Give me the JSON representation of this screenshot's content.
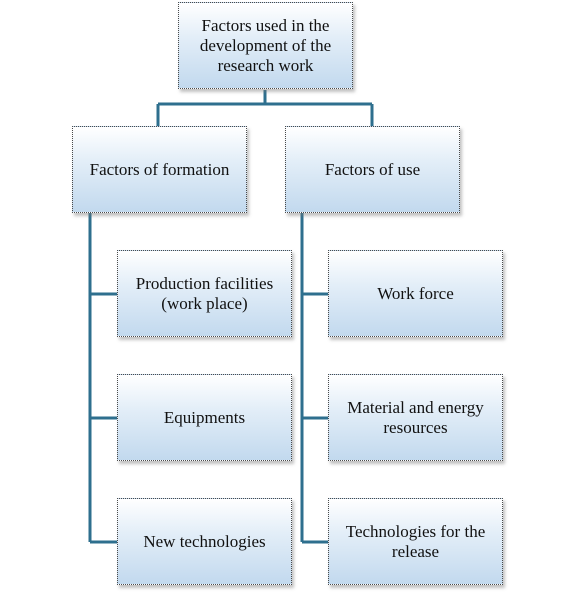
{
  "root": {
    "label": "Factors used in the\ndevelopment of the\nresearch work"
  },
  "branches": [
    {
      "label": "Factors of formation",
      "children": [
        "Production facilities\n(work place)",
        "Equipments",
        "New technologies"
      ]
    },
    {
      "label": "Factors of use",
      "children": [
        "Work force",
        "Material and energy\nresources",
        "Technologies for the\nrelease"
      ]
    }
  ],
  "colors": {
    "connector": "#2e6f8e",
    "box_border": "#4a4a4a",
    "box_fill_top": "#ffffff",
    "box_fill_bottom": "#c2d9ee"
  }
}
